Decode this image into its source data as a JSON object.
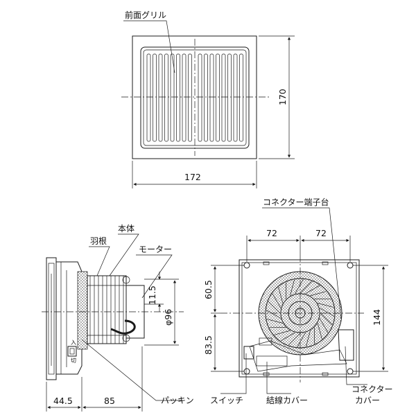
{
  "labels": {
    "front_grille": "前面グリル",
    "connector_terminal": "コネクター端子台",
    "body": "本体",
    "blade": "羽根",
    "motor": "モーター",
    "packing": "パッキン",
    "switch": "スイッチ",
    "wire_cover": "結線カバー",
    "connector_cover_1": "コネクター",
    "connector_cover_2": "カバー",
    "switch_on": "入",
    "switch_off": "切"
  },
  "dimensions": {
    "front_width": "172",
    "front_height": "170",
    "side_depth_front": "44.5",
    "side_depth_body": "85",
    "side_offset": "11.5",
    "side_diameter": "φ96",
    "back_left_half": "72",
    "back_right_half": "72",
    "back_upper": "60.5",
    "back_lower": "83.5",
    "back_height": "144"
  }
}
